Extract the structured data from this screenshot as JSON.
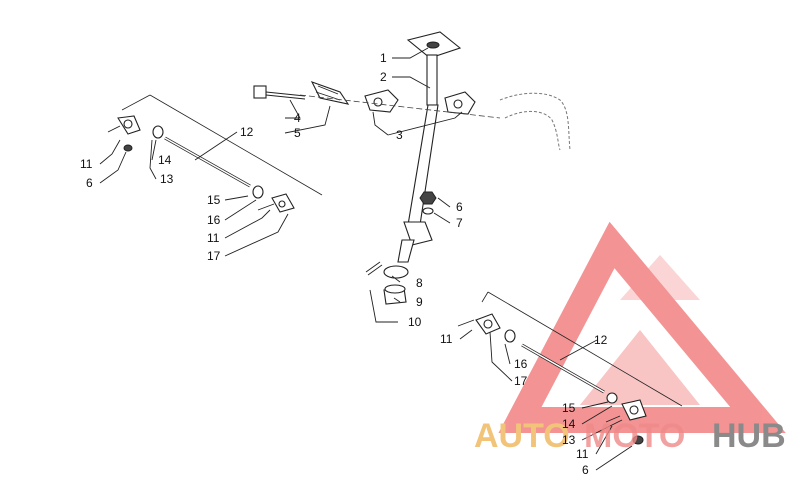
{
  "diagram": {
    "callouts": {
      "c1": "1",
      "c2": "2",
      "c3": "3",
      "c4": "4",
      "c5": "5",
      "c6a": "6",
      "c7": "7",
      "c8": "8",
      "c9": "9",
      "c10": "10",
      "l12": "12",
      "l11a": "11",
      "l6": "6",
      "l14": "14",
      "l13": "13",
      "l15": "15",
      "l16": "16",
      "l11b": "11",
      "l17": "17",
      "r11a": "11",
      "r12": "12",
      "r16": "16",
      "r17": "17",
      "r15": "15",
      "r14": "14",
      "r13": "13",
      "r11b": "11",
      "r6": "6"
    }
  },
  "watermark": {
    "part1": "AUTO",
    "part2": "MOTO",
    "part3": "HUB",
    "colors": {
      "auto": "#f2c47a",
      "moto": "#f08a8a",
      "hub": "#8a8a8a",
      "logo": "#f07070"
    }
  }
}
